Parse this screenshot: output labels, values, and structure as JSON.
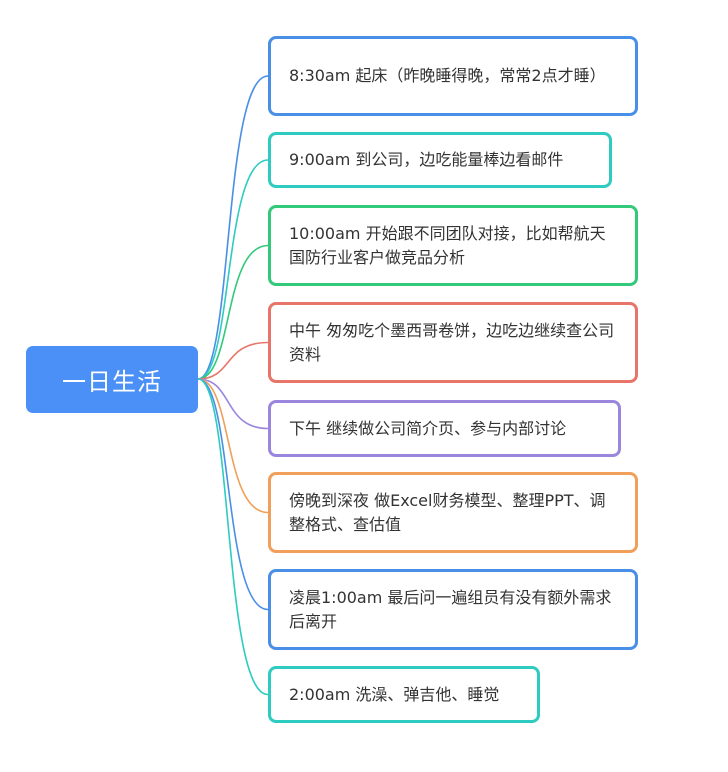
{
  "root": {
    "label": "一日生活",
    "color": "#4a90f6"
  },
  "branches": [
    {
      "text": "8:30am 起床（昨晚睡得晚，常常2点才睡）",
      "color": "#4a8fe7"
    },
    {
      "text": "9:00am 到公司，边吃能量棒边看邮件",
      "color": "#2ecbc0"
    },
    {
      "text": "10:00am 开始跟不同团队对接，比如帮航天国防行业客户做竞品分析",
      "color": "#33c97a"
    },
    {
      "text": "中午 匆匆吃个墨西哥卷饼，边吃边继续查公司资料",
      "color": "#e8756a"
    },
    {
      "text": "下午 继续做公司简介页、参与内部讨论",
      "color": "#9b86de"
    },
    {
      "text": "傍晚到深夜 做Excel财务模型、整理PPT、调整格式、查估值",
      "color": "#f0a05a"
    },
    {
      "text": "凌晨1:00am 最后问一遍组员有没有额外需求后离开",
      "color": "#4a8fe7"
    },
    {
      "text": "2:00am 洗澡、弹吉他、睡觉",
      "color": "#2ecbc0"
    }
  ]
}
